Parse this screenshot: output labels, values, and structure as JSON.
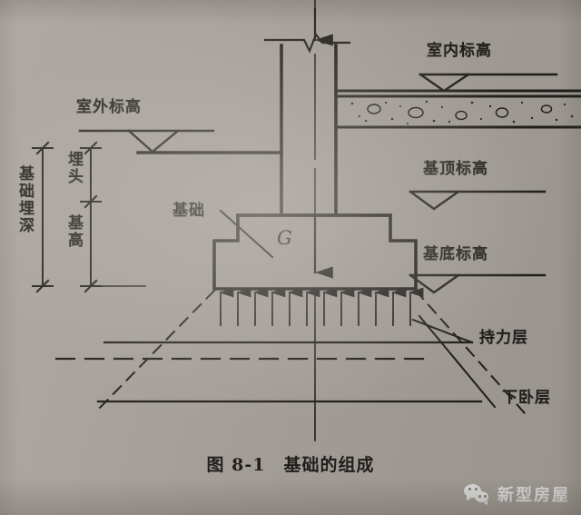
{
  "figure": {
    "caption": "图 8-1　基础的组成",
    "caption_number": "图 8-1",
    "caption_title": "基础的组成",
    "background_color": "#aaa49d",
    "ink_color": "#1e1c1a"
  },
  "labels": {
    "indoor_elevation": "室内标高",
    "outdoor_elevation": "室外标高",
    "foundation_top_elevation": "基顶标高",
    "foundation_bottom_elevation": "基底标高",
    "foundation": "基础",
    "bearing_layer": "持力层",
    "underlying_layer": "下卧层",
    "load_symbol": "G"
  },
  "dimensions": {
    "embedment_depth": "基础埋深",
    "buried_head": "埋头",
    "foundation_height": "基高"
  },
  "watermark": {
    "text": "新型房屋",
    "icon": "wechat-icon"
  }
}
